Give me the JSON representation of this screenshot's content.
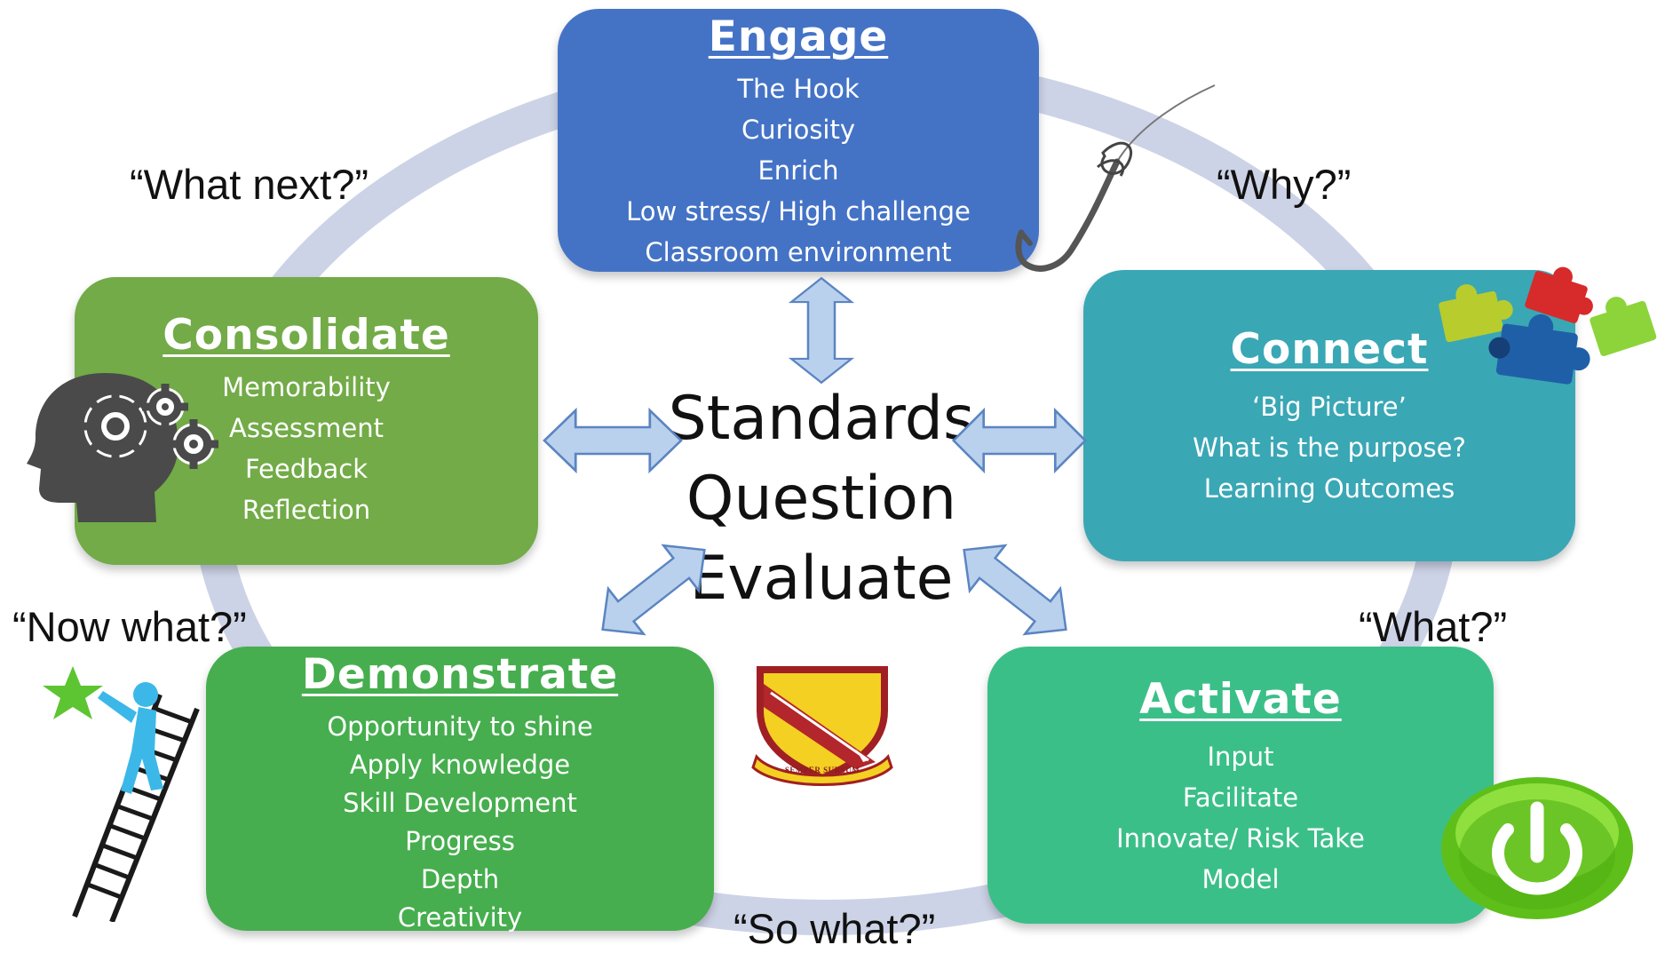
{
  "engage": {
    "title": "Engage",
    "lines": [
      "The Hook",
      "Curiosity",
      "Enrich",
      "Low stress/ High challenge",
      "Classroom environment"
    ]
  },
  "connect": {
    "title": "Connect",
    "lines": [
      "‘Big Picture’",
      "What is the purpose?",
      "Learning Outcomes"
    ]
  },
  "activate": {
    "title": "Activate",
    "lines": [
      "Input",
      "Facilitate",
      "Innovate/ Risk Take",
      "Model"
    ]
  },
  "demonstrate": {
    "title": "Demonstrate",
    "lines": [
      "Opportunity to shine",
      "Apply knowledge",
      "Skill Development",
      "Progress",
      "Depth",
      "Creativity"
    ]
  },
  "consolidate": {
    "title": "Consolidate",
    "lines": [
      "Memorability",
      "Assessment",
      "Feedback",
      "Reflection"
    ]
  },
  "center": {
    "words": [
      "Standards",
      "Question",
      "Evaluate"
    ]
  },
  "questions": {
    "why": "“Why?”",
    "what": "“What?”",
    "so_what": "“So what?”",
    "now_what": "“Now what?”",
    "what_next": "“What next?”"
  },
  "crest": {
    "motto": "SEMPER SURSUM"
  },
  "icons": [
    "fish-hook-icon",
    "puzzle-pieces-icon",
    "power-button-icon",
    "ladder-star-icon",
    "head-gears-icon",
    "school-crest-icon"
  ],
  "colors": {
    "engage": "#4473c6",
    "connect": "#3aa7b5",
    "activate": "#3bbf88",
    "demonstrate": "#46ae4e",
    "consolidate": "#72ab47",
    "ring": "#cdd3e6",
    "arrow_fill": "#b9d1ec",
    "arrow_stroke": "#5b84c2"
  }
}
